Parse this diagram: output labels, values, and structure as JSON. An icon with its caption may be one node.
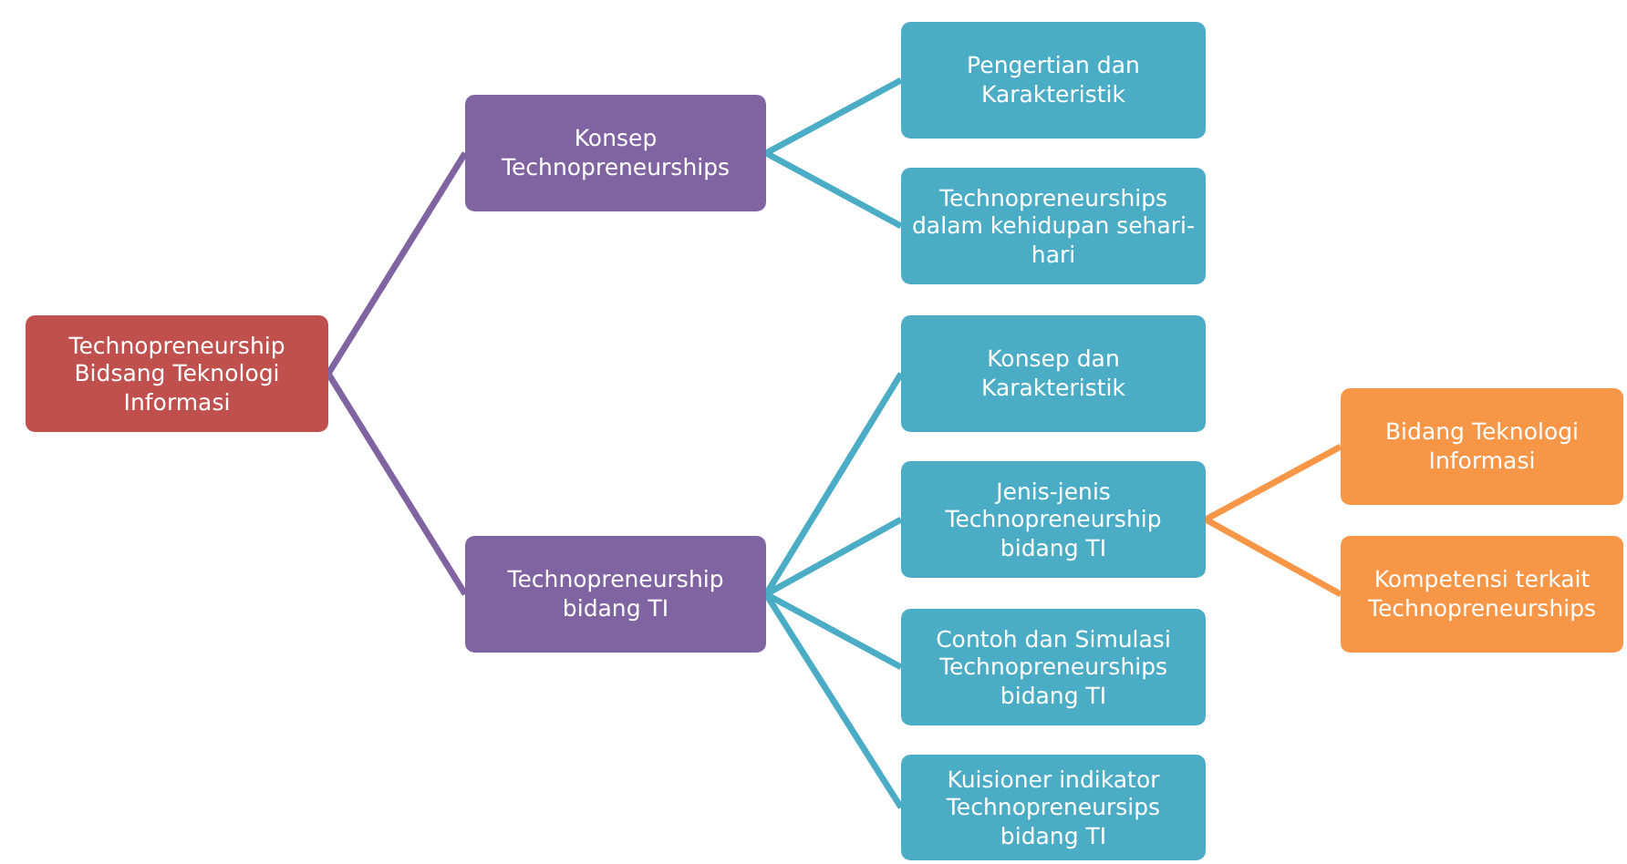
{
  "diagram": {
    "nodes": [
      {
        "text": [
          "Technopreneurship Bidsang Teknologi Informasi"
        ]
      },
      {
        "text": [
          "Konsep Technopreneurships"
        ]
      },
      {
        "text": [
          "Technopreneurship bidang TI"
        ]
      },
      {
        "text": [
          "Pengertian dan Karakteristik"
        ]
      },
      {
        "text": [
          "Technopreneurships dalam kehidupan sehari-hari"
        ]
      },
      {
        "text": [
          "Konsep dan Karakteristik"
        ]
      },
      {
        "text": [
          "Jenis-jenis Technopreneurship bidang TI"
        ]
      },
      {
        "text": [
          "Contoh dan Simulasi Technopreneurships bidang TI"
        ]
      },
      {
        "text": [
          "Kuisioner indikator Technopreneursips bidang TI"
        ]
      },
      {
        "text": [
          "Bidang Teknologi Informasi"
        ]
      },
      {
        "text": [
          "Kompetensi terkait Technopreneurships"
        ]
      }
    ],
    "edges": [
      {
        "from": 0,
        "to": 1,
        "arrow": "none",
        "color": "#8064a2"
      },
      {
        "from": 0,
        "to": 2,
        "arrow": "none",
        "color": "#8064a2"
      },
      {
        "from": 1,
        "to": 3,
        "arrow": "none"
      },
      {
        "from": 1,
        "to": 4,
        "arrow": "none"
      },
      {
        "from": 2,
        "to": 5,
        "arrow": "none"
      },
      {
        "from": 2,
        "to": 6,
        "arrow": "none"
      },
      {
        "from": 2,
        "to": 7,
        "arrow": "none"
      },
      {
        "from": 2,
        "to": 8,
        "arrow": "none"
      },
      {
        "from": 6,
        "to": 9,
        "arrow": "none",
        "color": "#f79646"
      },
      {
        "from": 6,
        "to": 10,
        "arrow": "none",
        "color": "#f79646"
      }
    ]
  }
}
